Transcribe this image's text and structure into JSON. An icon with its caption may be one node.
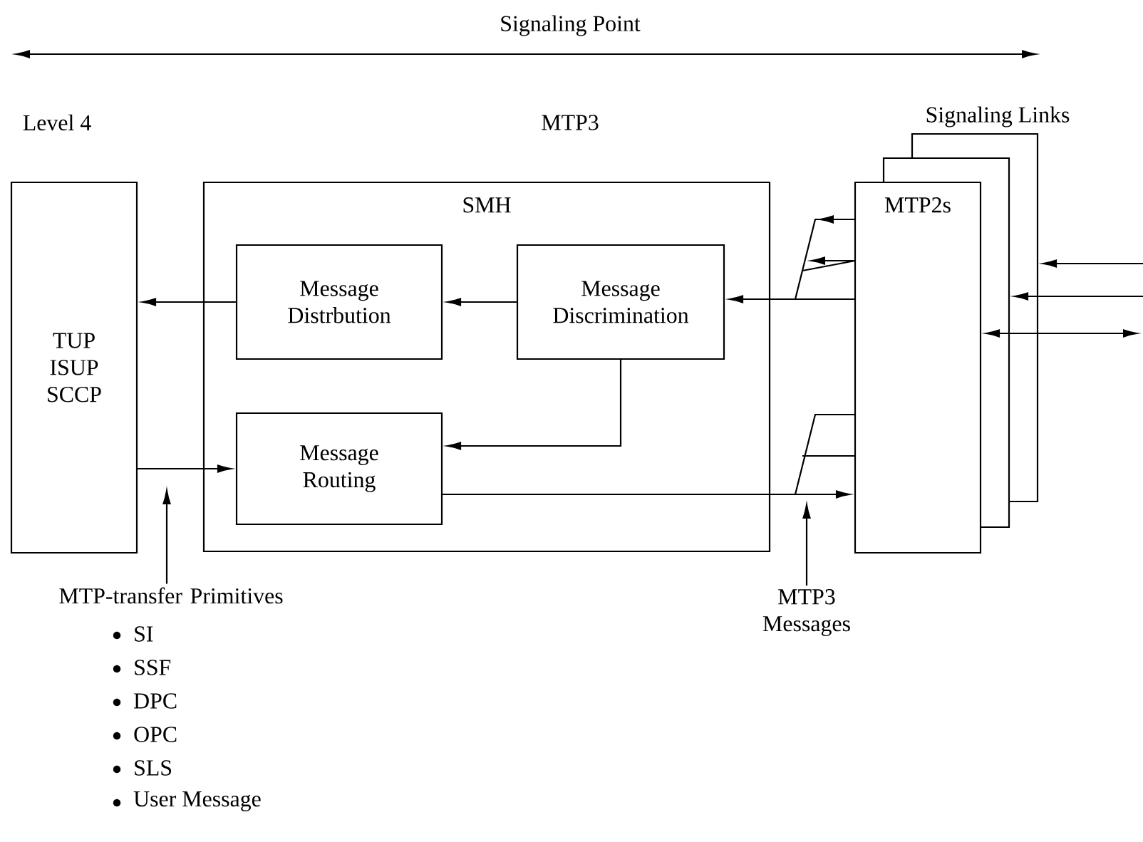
{
  "diagram": {
    "nodes": [
      {
        "text": [
          "TUP ISUP SCCP"
        ]
      },
      {
        "text": [
          "SMH"
        ]
      },
      {
        "text": [
          "Message Distrbution"
        ],
        "in": 1
      },
      {
        "text": [
          "Message Discrimination"
        ],
        "in": 1
      },
      {
        "text": [
          "Message Routing"
        ],
        "in": 1
      },
      {
        "text": [
          "MTP2s"
        ]
      },
      {
        "text": [
          "MTP-transfer Primitives"
        ]
      },
      {
        "text": [
          "MTP3 Messages"
        ]
      }
    ],
    "edges": [
      {
        "from": 3,
        "to": 2,
        "arrow": "to"
      },
      {
        "from": 2,
        "to": 0,
        "arrow": "to"
      },
      {
        "from": 0,
        "to": 4,
        "arrow": "to"
      },
      {
        "from": 3,
        "to": 4,
        "arrow": "to"
      },
      {
        "from": 5,
        "to": 3,
        "arrow": "to"
      },
      {
        "from": 4,
        "to": 5,
        "arrow": "to"
      },
      {
        "from": null,
        "to": 5,
        "arrow": "to"
      },
      {
        "from": null,
        "to": 5,
        "arrow": "to"
      },
      {
        "from": 5,
        "to": null,
        "arrow": "both"
      },
      {
        "from": 6,
        "to": null,
        "arrow": "to"
      },
      {
        "from": 7,
        "to": null,
        "arrow": "to"
      }
    ],
    "labels": [
      "Signaling Point",
      "Level 4",
      "MTP3",
      "Signaling Links",
      "SI",
      "SSF",
      "DPC",
      "OPC",
      "SLS",
      "User Message"
    ]
  }
}
